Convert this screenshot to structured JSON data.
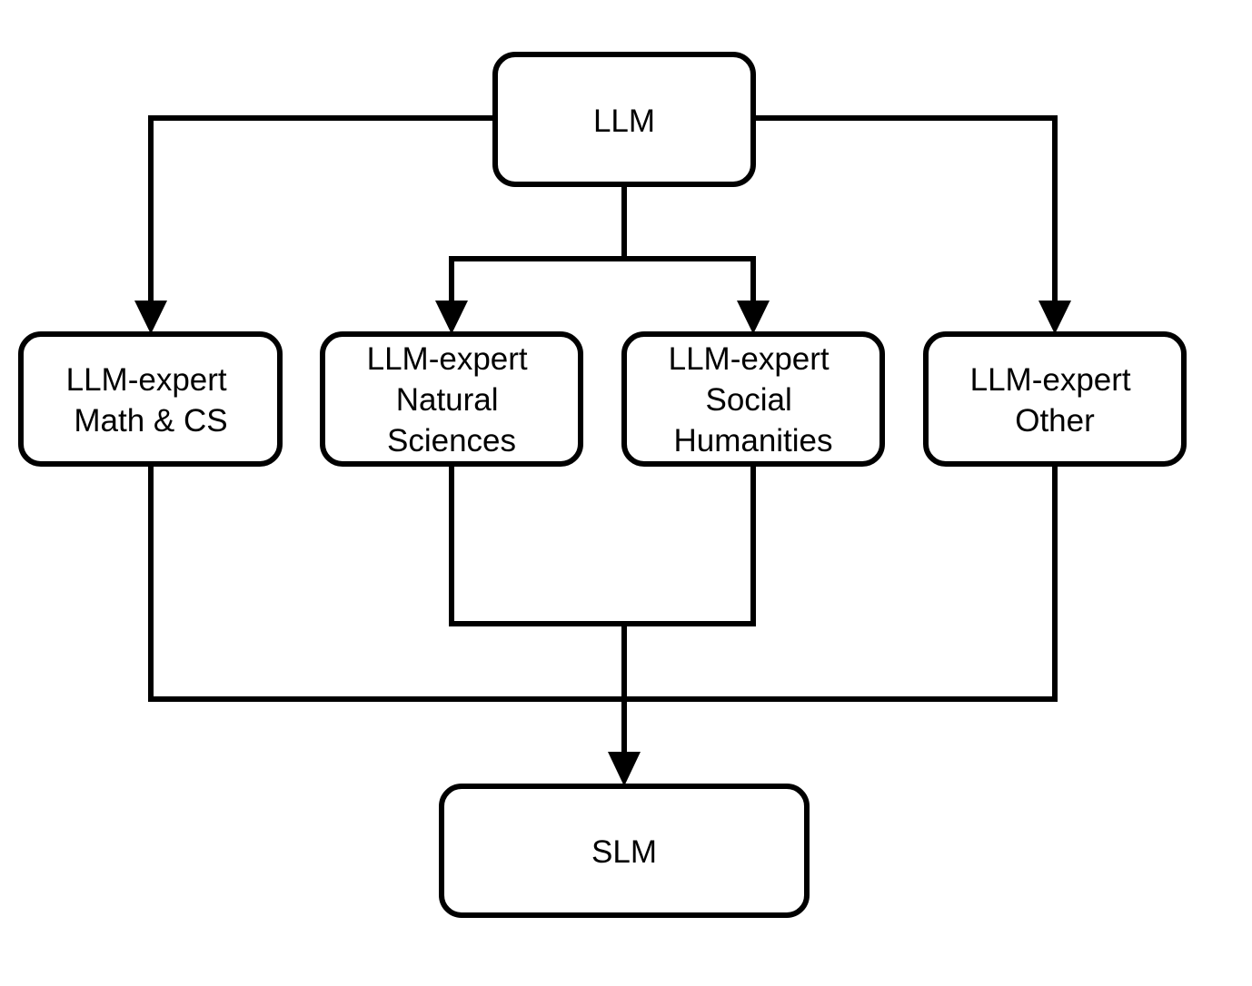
{
  "colors": {
    "stroke": "#000000",
    "box_fill": "#ffffff",
    "text": "#000000",
    "background": "#ffffff"
  },
  "nodes": {
    "llm": {
      "lines": [
        "LLM"
      ]
    },
    "math_cs": {
      "lines": [
        "LLM-expert",
        "Math & CS"
      ]
    },
    "natural_sciences": {
      "lines": [
        "LLM-expert",
        "Natural",
        "Sciences"
      ]
    },
    "social_humanities": {
      "lines": [
        "LLM-expert",
        "Social",
        "Humanities"
      ]
    },
    "other": {
      "lines": [
        "LLM-expert",
        "Other"
      ]
    },
    "slm": {
      "lines": [
        "SLM"
      ]
    }
  }
}
